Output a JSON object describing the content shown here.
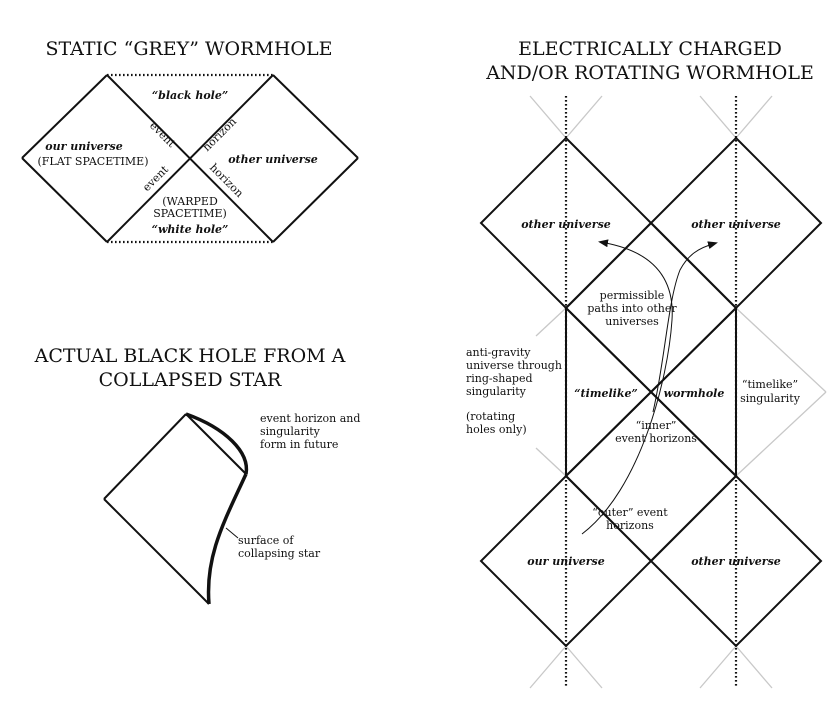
{
  "panel_static": {
    "title": "STATIC “GREY” WORMHOLE",
    "label_black_hole": "“black hole”",
    "label_white_hole": "“white hole”",
    "label_our_universe": "our universe",
    "label_flat_spacetime": "(FLAT SPACETIME)",
    "label_other_universe": "other universe",
    "label_warped_1": "(WARPED",
    "label_warped_2": "SPACETIME)",
    "label_event_top": "event",
    "label_event_bottom": "event",
    "label_horizon_top": "horizon",
    "label_horizon_bottom": "horizon"
  },
  "panel_collapse": {
    "title_line1": "ACTUAL BLACK HOLE FROM A",
    "title_line2": "COLLAPSED STAR",
    "label_horizon_1": "event horizon and",
    "label_horizon_2": "singularity",
    "label_horizon_3": "form in future",
    "label_surface_1": "surface of",
    "label_surface_2": "collapsing star"
  },
  "panel_charged": {
    "title_line1": "ELECTRICALLY CHARGED",
    "title_line2": "AND/OR ROTATING WORMHOLE",
    "label_other_top_left": "other universe",
    "label_other_top_right": "other universe",
    "label_our_universe": "our universe",
    "label_other_bottom_right": "other universe",
    "label_paths_1": "permissible",
    "label_paths_2": "paths into other",
    "label_paths_3": "universes",
    "label_antigravity_1": "anti-gravity",
    "label_antigravity_2": "universe through",
    "label_antigravity_3": "ring-shaped",
    "label_antigravity_4": "singularity",
    "label_rotating_1": "(rotating",
    "label_rotating_2": "holes only)",
    "label_timelike_left": "“timelike”",
    "label_wormhole": "wormhole",
    "label_timelike_sing_1": "“timelike”",
    "label_timelike_sing_2": "singularity",
    "label_inner_1": "“inner”",
    "label_inner_2": "event horizons",
    "label_outer_1": "“outer” event",
    "label_outer_2": "horizons"
  }
}
